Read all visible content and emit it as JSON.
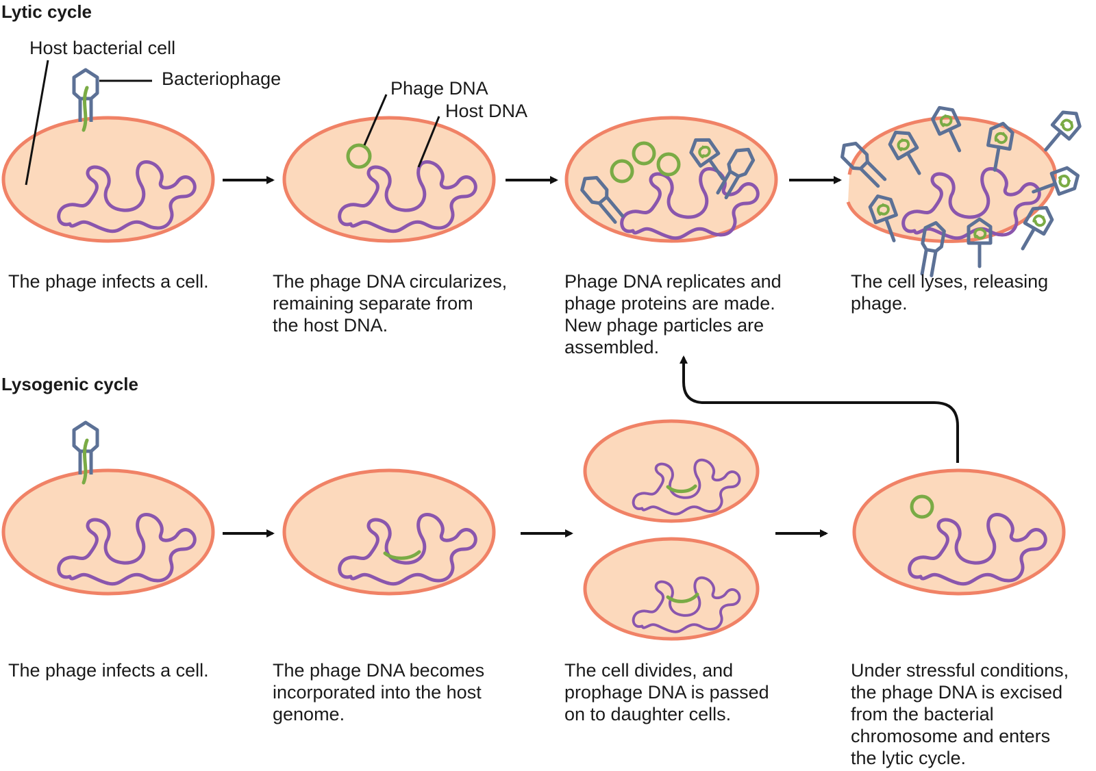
{
  "headings": {
    "lytic": "Lytic cycle",
    "lysogenic": "Lysogenic cycle"
  },
  "labels": {
    "host_cell": "Host bacterial cell",
    "bacteriophage": "Bacteriophage",
    "phage_dna": "Phage DNA",
    "host_dna": "Host DNA"
  },
  "lytic_steps": [
    {
      "lines": [
        "The phage infects a cell."
      ]
    },
    {
      "lines": [
        "The phage DNA circularizes,",
        "remaining separate from",
        "the host DNA."
      ]
    },
    {
      "lines": [
        "Phage DNA replicates and",
        "phage proteins are made.",
        "New phage particles are",
        "assembled."
      ]
    },
    {
      "lines": [
        "The cell lyses, releasing",
        "phage."
      ]
    }
  ],
  "lysogenic_steps": [
    {
      "lines": [
        "The phage infects a cell."
      ]
    },
    {
      "lines": [
        "The phage DNA becomes",
        "incorporated into the host",
        "genome."
      ]
    },
    {
      "lines": [
        "The cell divides, and",
        "prophage DNA is passed",
        "on to daughter cells."
      ]
    },
    {
      "lines": [
        "Under stressful conditions,",
        "the phage DNA is excised",
        "from the bacterial",
        "chromosome and enters",
        "the lytic cycle."
      ]
    }
  ],
  "colors": {
    "cell_fill": "#fcd9bc",
    "cell_stroke": "#f08266",
    "host_dna": "#8a56ad",
    "phage_dna": "#7aab45",
    "phage_body": "#5c7196",
    "arrow": "#111111"
  }
}
